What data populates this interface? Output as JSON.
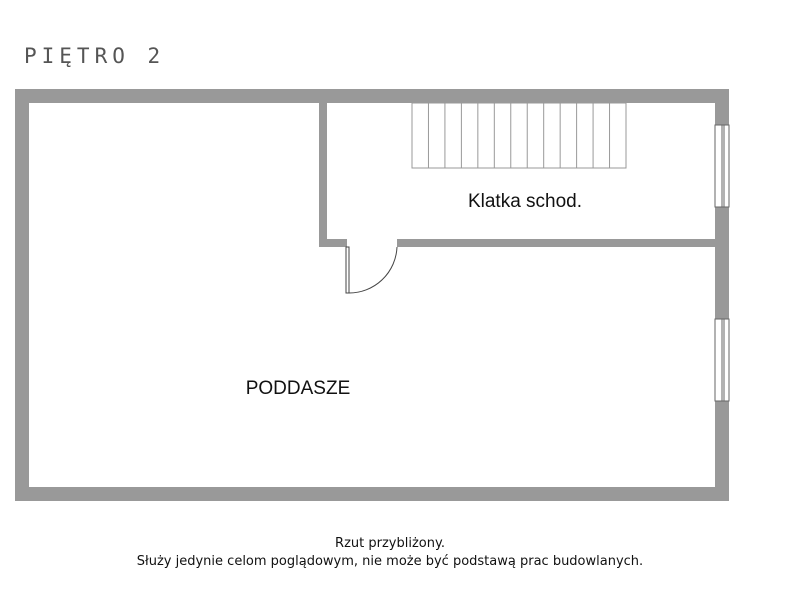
{
  "floor": {
    "title": "PIĘTRO 2"
  },
  "rooms": [
    {
      "id": "stairwell",
      "label": "Klatka schod."
    },
    {
      "id": "attic",
      "label": "PODDASZE"
    }
  ],
  "disclaimer": {
    "line1": "Rzut przybliżony.",
    "line2": "Służy jedynie celom poglądowym, nie może być podstawą prac budowlanych."
  },
  "colors": {
    "wall": "#999999",
    "stairs": "#999999",
    "window": "#666666",
    "door": "#444444"
  },
  "stairs": {
    "step_count": 13
  }
}
